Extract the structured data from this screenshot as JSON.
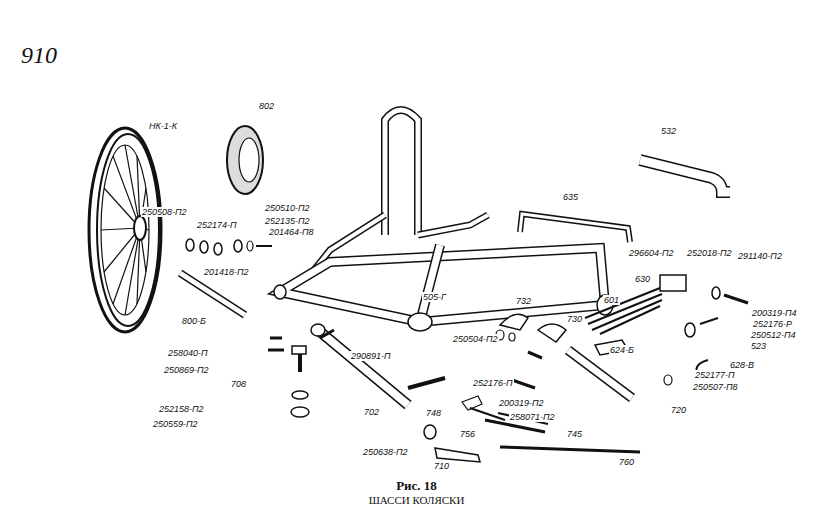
{
  "diagram": {
    "title": "Рис. 18",
    "caption": "ШАССИ КОЛЯСКИ",
    "labels": [
      "910",
      "НК-1-К",
      "802",
      "532",
      "635",
      "250508-П2",
      "252174-П",
      "250510-П2",
      "252135-П2",
      "201464-П8",
      "201418-П2",
      "296604-П2",
      "252018-П2",
      "291140-П2",
      "630",
      "601",
      "200319-П4",
      "252176-Р",
      "250512-П4",
      "523",
      "505-Г",
      "732",
      "730",
      "250504-П2",
      "624-Б",
      "628-В",
      "252177-П",
      "250507-П8",
      "800-Б",
      "258040-П",
      "290891-П",
      "250869-П2",
      "708",
      "252158-П2",
      "250559-П2",
      "702",
      "748",
      "252176-П",
      "200319-П2",
      "258071-П2",
      "720",
      "756",
      "745",
      "250638-П2",
      "710",
      "760"
    ]
  }
}
